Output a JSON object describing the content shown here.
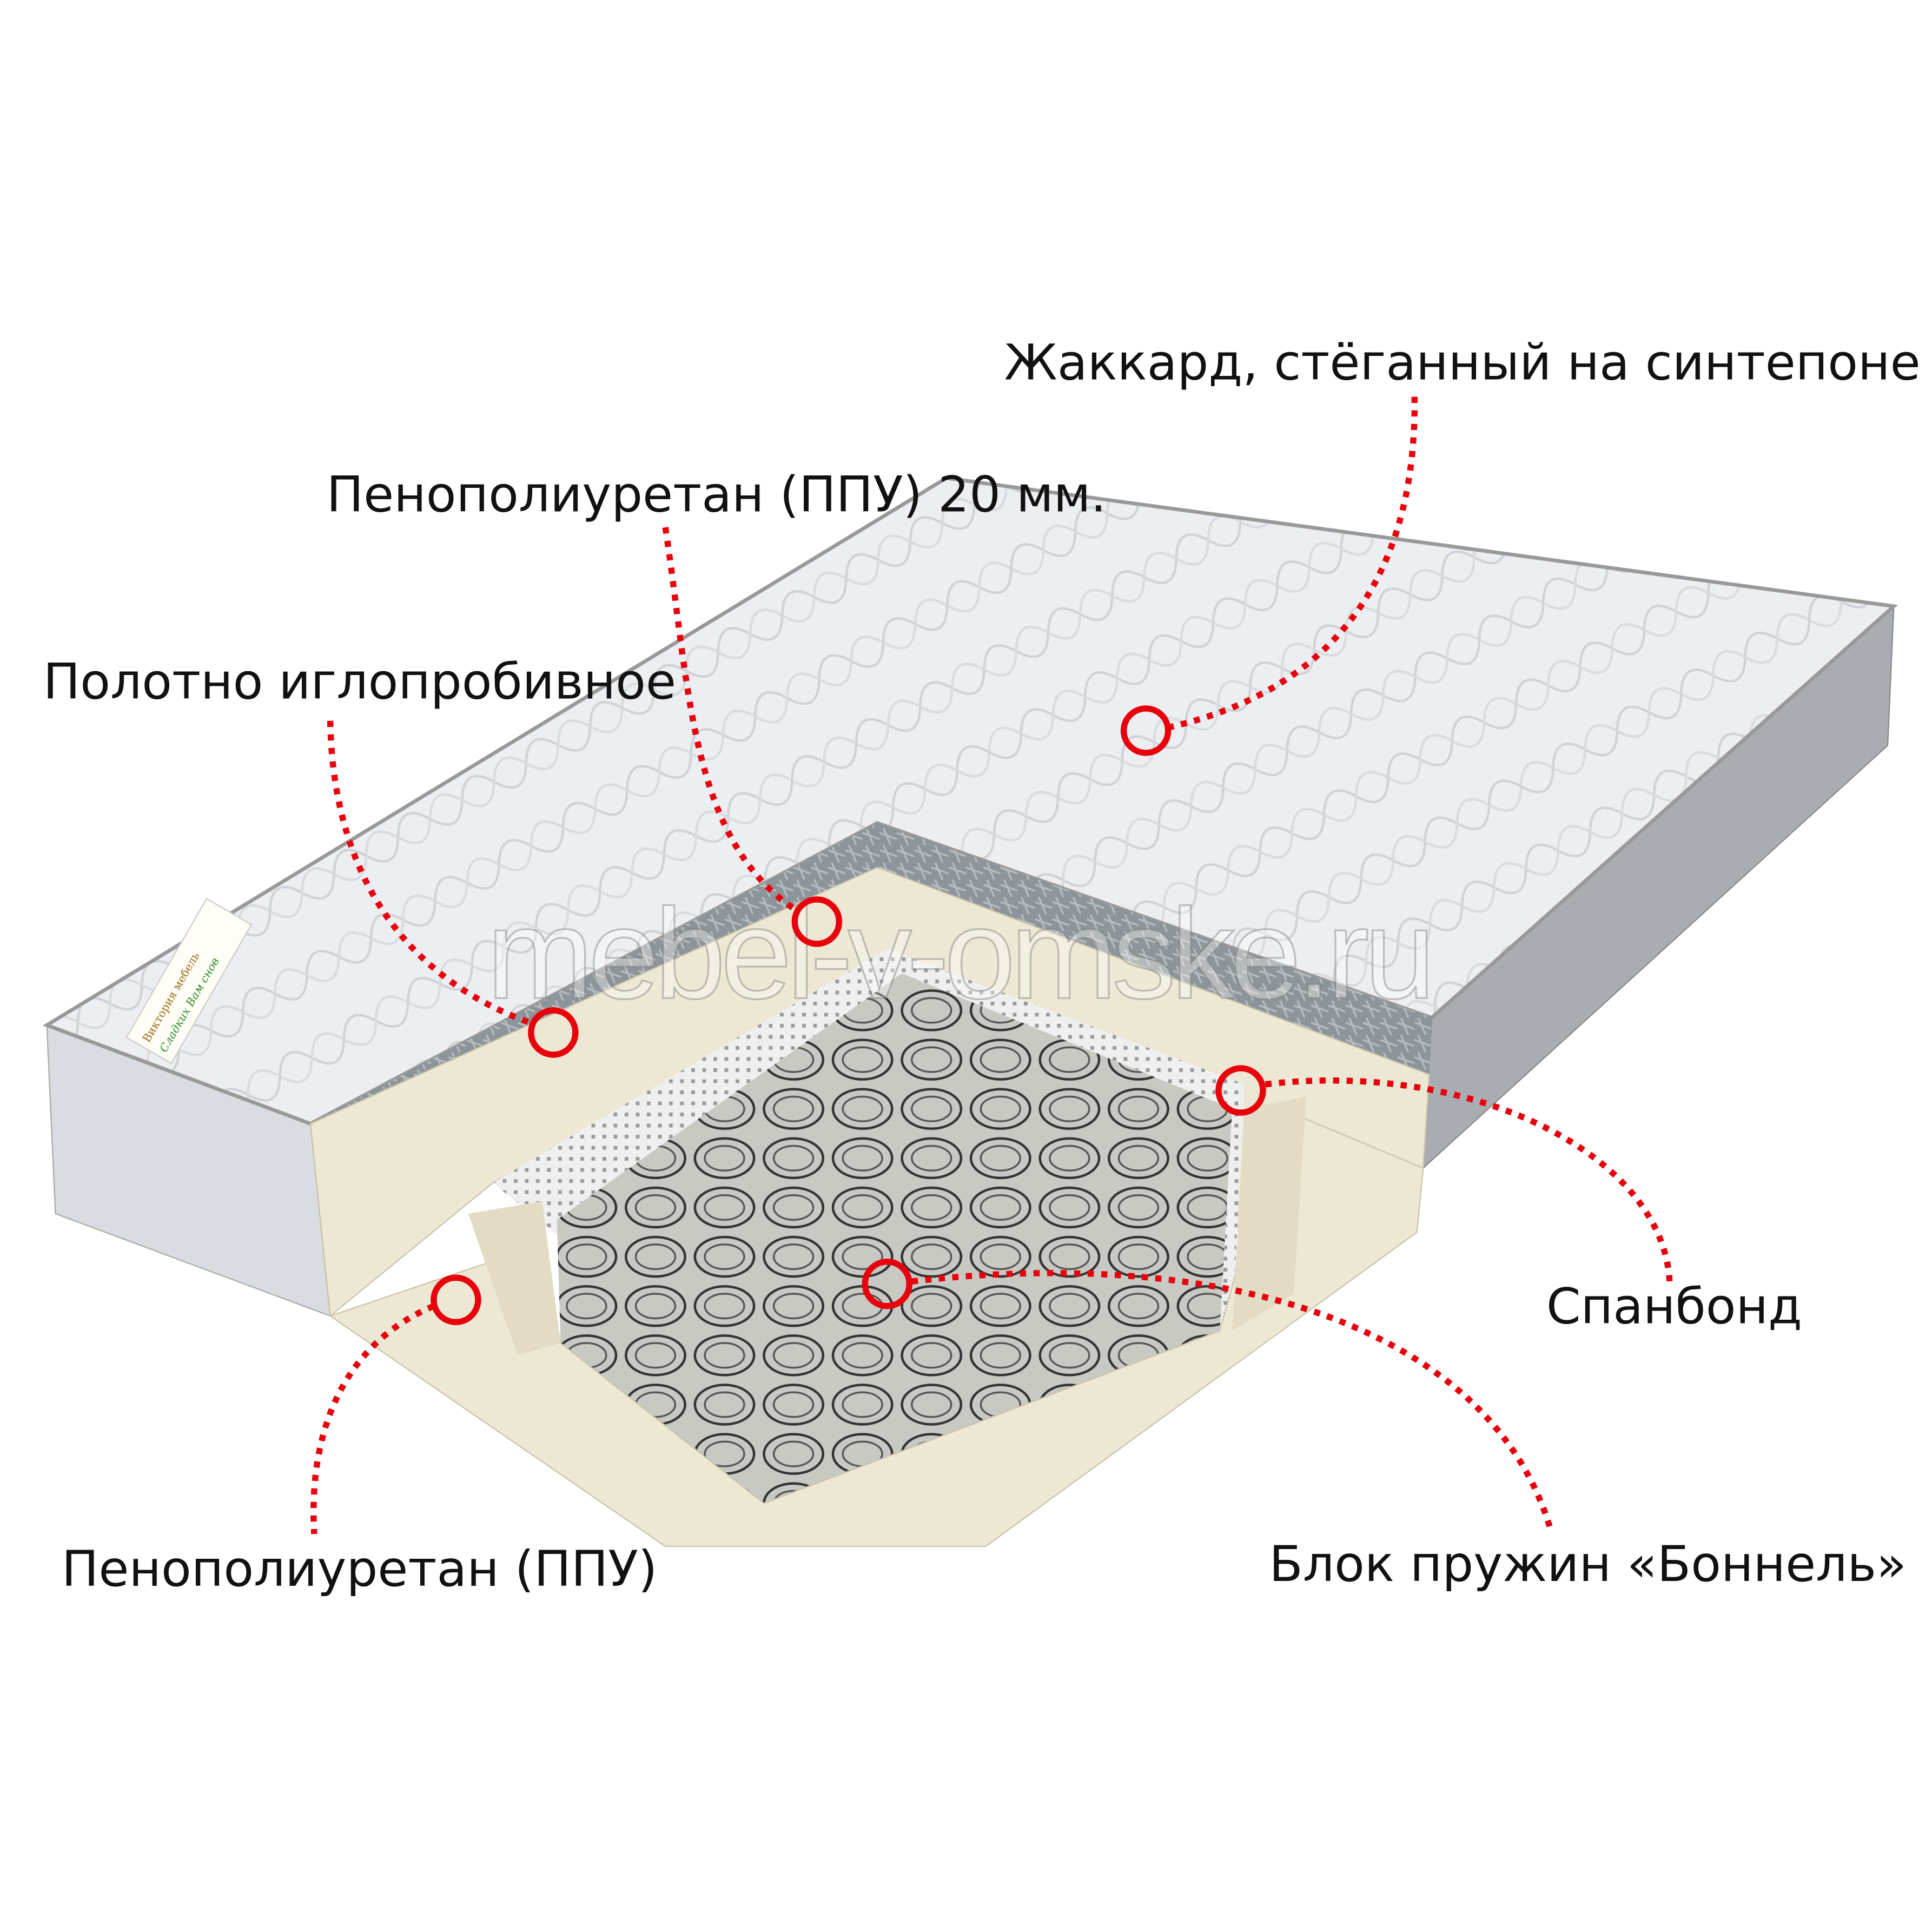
{
  "labels": {
    "jacquard": "Жаккард, стёганный на синтепоне",
    "ppu_20": "Пенополиуретан (ППУ) 20 мм.",
    "needle_felt": "Полотно иглопробивное",
    "spunbond": "Спанбонд",
    "ppu": "Пенополиуретан (ППУ)",
    "spring_block": "Блок пружин «Боннель»"
  },
  "watermark": "mebel-v-omske.ru",
  "brand_tag": {
    "brand": "Виктория мебель",
    "slogan": "Сладких Вам снов"
  },
  "colors": {
    "marker": "#e8000b",
    "foam": "#ede8d4",
    "felt": "#8e959a",
    "fabric": "#e9ebee"
  }
}
